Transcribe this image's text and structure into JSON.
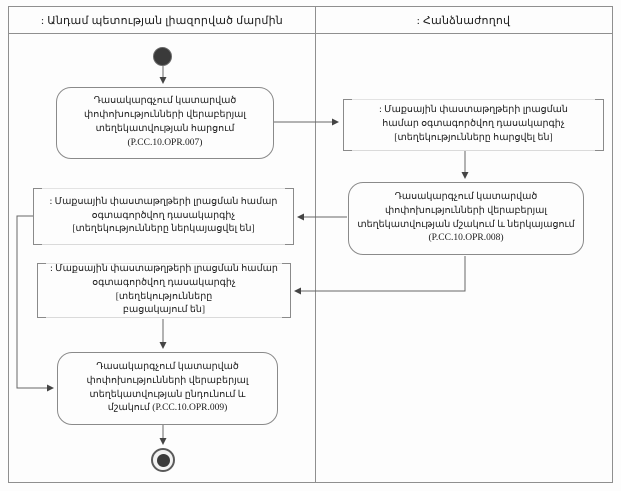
{
  "diagram": {
    "type": "uml-activity-swimlane",
    "lanes": [
      {
        "title": ": Անդամ պետության լիազորված մարմին"
      },
      {
        "title": ": Հանձնաժողով"
      }
    ],
    "nodes": {
      "activity_request": {
        "kind": "activity",
        "lane": "member-state",
        "text": "Դասակարգչում կատարված\nփոփոխությունների վերաբերյալ\nտեղեկատվության հարցում\n(P.CC.10.OPR.007)"
      },
      "object_requested": {
        "kind": "object",
        "lane": "commission",
        "text": ": Մաքսային փաստաթղթերի լրացման\nհամար օգտագործվող դասակարգիչ\n[տեղեկությունները հարցվել են]"
      },
      "activity_process": {
        "kind": "activity",
        "lane": "commission",
        "text": "Դասակարգչում կատարված\nփոփոխությունների վերաբերյալ\nտեղեկատվության մշակում և ներկայացում\n(P.CC.10.OPR.008)"
      },
      "object_presented": {
        "kind": "object",
        "lane": "member-state",
        "text": ": Մաքսային փաստաթղթերի լրացման համար\nօգտագործվող դասակարգիչ\n[տեղեկությունները ներկայացվել են]"
      },
      "object_absent": {
        "kind": "object",
        "lane": "member-state",
        "text": ": Մաքսային փաստաթղթերի լրացման համար\nօգտագործվող դասակարգիչ [տեղեկությունները\nբացակայում են]"
      },
      "activity_receive": {
        "kind": "activity",
        "lane": "member-state",
        "text": "Դասակարգչում կատարված\nփոփոխությունների վերաբերյալ\nտեղեկատվության ընդունում և\nմշակում (P.CC.10.OPR.009)"
      }
    },
    "edges": [
      "start -> activity_request",
      "activity_request -> object_requested",
      "object_requested -> activity_process",
      "activity_process -> object_presented",
      "activity_process -> object_absent",
      "object_presented -> activity_receive",
      "object_absent -> activity_receive",
      "activity_receive -> final"
    ],
    "colors": {
      "frame": "#8f8f8f",
      "node_border": "#8a8a8a",
      "wire": "#666666",
      "node_dot": "#3a3a3a",
      "text": "#1c1c1c"
    }
  }
}
